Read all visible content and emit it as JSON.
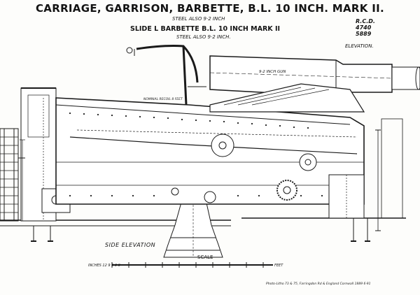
{
  "title": "CARRIAGE, GARRISON, BARBETTE, B.L. 10 INCH. MARK II.",
  "subtitle_top": "STEEL ALSO 9·2 INCH",
  "slide_title": "SLIDE L BARBETTE B.L. 10 INCH MARK II",
  "subtitle_slide": "STEEL ALSO 9·2 INCH.",
  "rcd_block": "R.C.D.\n4740\n5889",
  "elevation_label": "ELEVATION.",
  "side_elevation_label": "SIDE ELEVATION",
  "scale_label": "SCALE",
  "scale_inches_label": "INCHES 12 9 6 3 0",
  "scale_feet_label": "FEET",
  "gun_label": "9·2 INCH GUN",
  "recoil_label": "NOMINAL RECOIL 8 FEET",
  "printer_line": "Photo-Litho 73 & 75, Farringdon Rd & England Cornwall 1889 6·91"
}
